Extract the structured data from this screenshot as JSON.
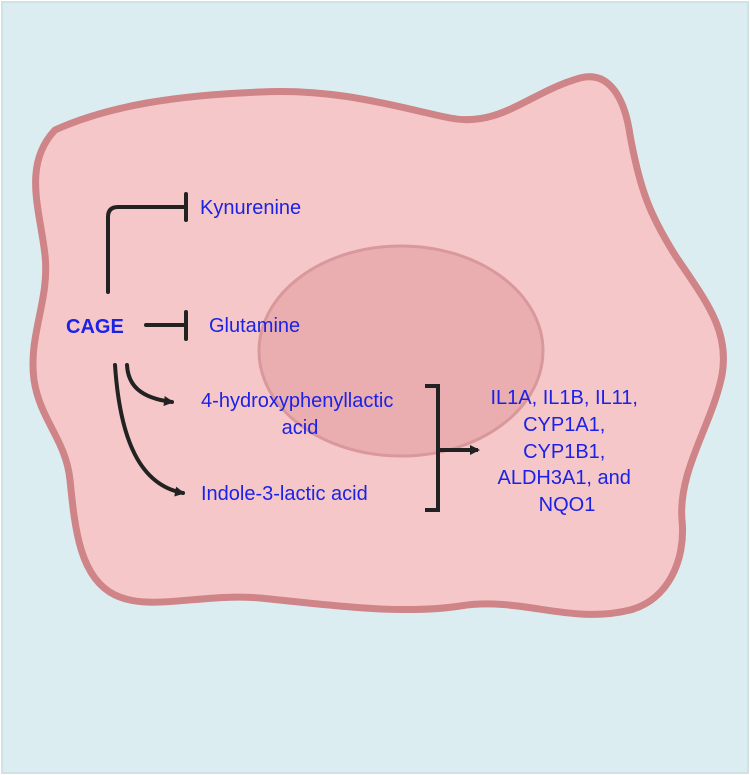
{
  "diagram": {
    "source": "CAGE",
    "inhibited": [
      "Kynurenine",
      "Glutamine"
    ],
    "produced": [
      {
        "line1": "4-hydroxyphenyllactic",
        "line2": "acid"
      },
      {
        "line1": "Indole-3-lactic acid"
      }
    ],
    "targets": [
      "IL1A, IL1B, IL11,",
      "CYP1A1,",
      "CYP1B1,",
      "ALDH3A1, and",
      "NQO1"
    ]
  },
  "colors": {
    "background": "#dcedf2",
    "cell_fill": "#f6c7c9",
    "cell_outline": "#cf8487",
    "nucleus_fill": "#eaaeb1",
    "nucleus_outline": "#d9989b",
    "label_text": "#1b22e6",
    "arrow": "#222222"
  }
}
